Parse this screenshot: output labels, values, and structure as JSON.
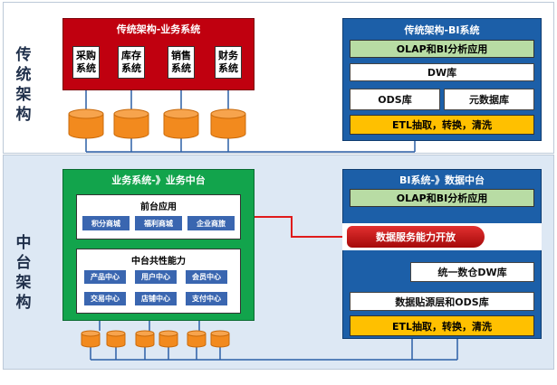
{
  "left_labels": {
    "top": "传统架构",
    "bottom": "中台架构"
  },
  "top_left": {
    "title": "传统架构-业务系统",
    "systems": [
      "采购系统",
      "库存系统",
      "销售系统",
      "财务系统"
    ]
  },
  "top_right": {
    "title": "传统架构-BI系统",
    "olap": "OLAP和BI分析应用",
    "dw": "DW库",
    "ods": "ODS库",
    "meta": "元数据库",
    "etl": "ETL抽取，转换，清洗"
  },
  "bottom_left": {
    "title": "业务系统-》业务中台",
    "front_title": "前台应用",
    "front_apps": [
      "积分商城",
      "福利商城",
      "企业商旅"
    ],
    "common_title": "中台共性能力",
    "common_row1": [
      "产品中心",
      "用户中心",
      "会员中心"
    ],
    "common_row2": [
      "交易中心",
      "店铺中心",
      "支付中心"
    ]
  },
  "bottom_right": {
    "title": "BI系统-》数据中台",
    "olap": "OLAP和BI分析应用",
    "service": "数据服务能力开放",
    "dw": "统一数仓DW库",
    "ods": "数据贴源层和ODS库",
    "etl": "ETL抽取，转换，清洗"
  },
  "colors": {
    "red_panel": "#c0000f",
    "blue_panel": "#1c5fa8",
    "green_panel": "#12a44c",
    "cylinder": "#f28a1e",
    "etl": "#ffc000",
    "olap_green": "#b8dca4"
  }
}
